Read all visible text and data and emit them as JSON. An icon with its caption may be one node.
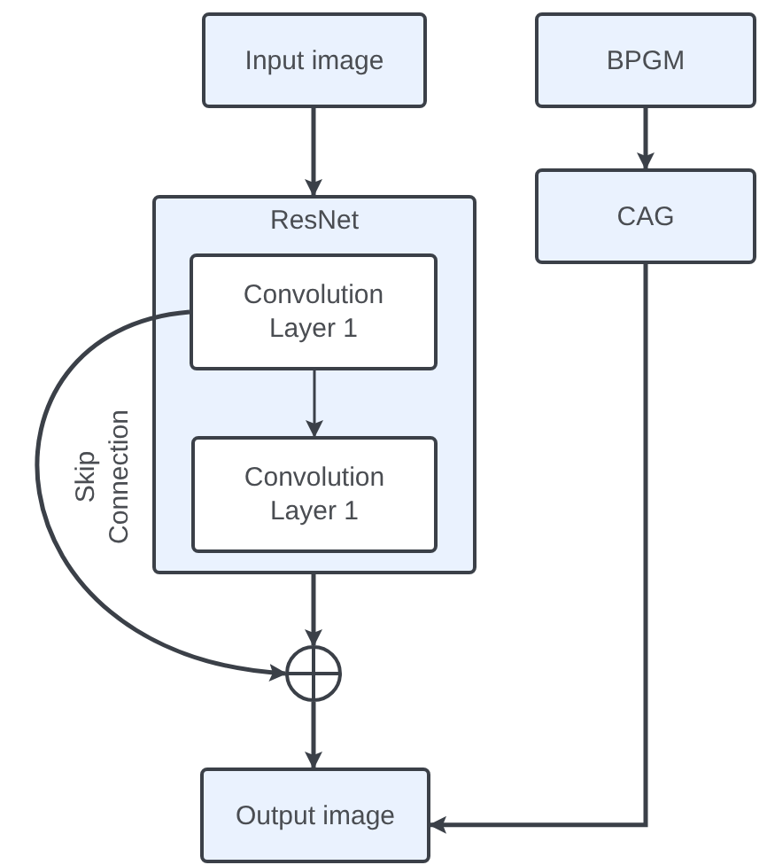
{
  "diagram": {
    "nodes": [
      {
        "text": [
          "Input image"
        ]
      },
      {
        "text": [
          "ResNet"
        ]
      },
      {
        "text": [
          "Convolution Layer 1"
        ],
        "in": 1
      },
      {
        "text": [
          "Convolution Layer 1"
        ],
        "in": 1
      },
      {
        "text": [],
        "shape": "circle"
      },
      {
        "text": [
          "Output image"
        ]
      },
      {
        "text": [
          "BPGM"
        ]
      },
      {
        "text": [
          "CAG"
        ]
      }
    ],
    "edges": [
      {
        "from": 0,
        "to": 1,
        "arrow": "to"
      },
      {
        "from": 2,
        "to": 3,
        "arrow": "to"
      },
      {
        "from": 2,
        "to": 4,
        "arrow": "to",
        "label": "Skip Connection"
      },
      {
        "from": 1,
        "to": 4,
        "arrow": "to"
      },
      {
        "from": 4,
        "to": 5,
        "arrow": "to"
      },
      {
        "from": 6,
        "to": 7,
        "arrow": "to"
      },
      {
        "from": 7,
        "to": 5,
        "arrow": "to"
      }
    ]
  }
}
